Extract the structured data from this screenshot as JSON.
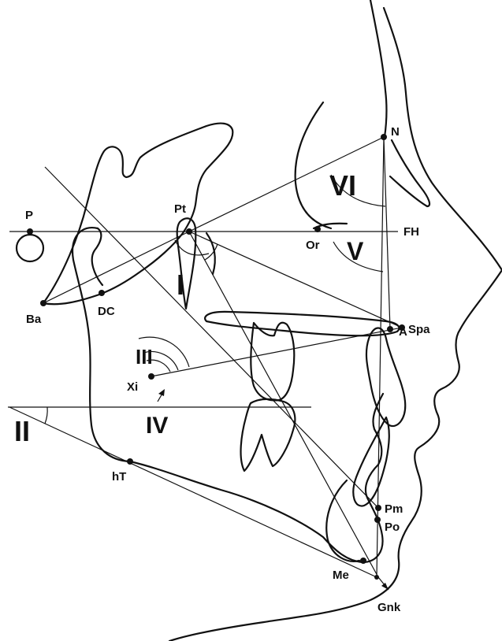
{
  "landmarks": {
    "P": "P",
    "Pt": "Pt",
    "N": "N",
    "FH": "FH",
    "Or": "Or",
    "Ba": "Ba",
    "DC": "DC",
    "Spa": "Spa",
    "A": "A",
    "Xi": "Xi",
    "hT": "hT",
    "Pm": "Pm",
    "Po": "Po",
    "Me": "Me",
    "Gnk": "Gnk"
  },
  "angles": {
    "I": "I",
    "II": "II",
    "III": "III",
    "IV": "IV",
    "V": "V",
    "VI": "VI"
  }
}
